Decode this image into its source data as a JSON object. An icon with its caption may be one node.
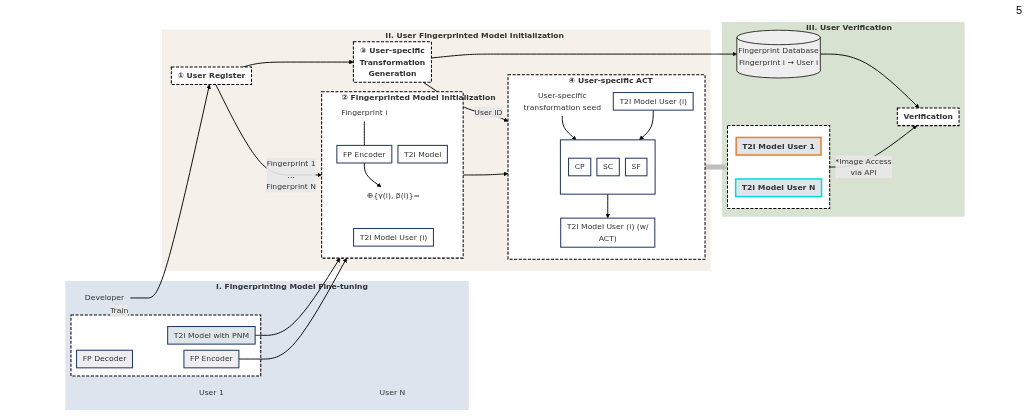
{
  "diagram": {
    "nodes": [
      {
        "text": [
          "I. Fingerprinting Model Fine-tuning"
        ]
      },
      {
        "text": [
          "Developer"
        ],
        "in": 0
      },
      {
        "text": [
          "User 1"
        ],
        "in": 0
      },
      {
        "text": [
          "User N"
        ],
        "in": 0
      },
      {
        "text": [],
        "shape": "box",
        "in": 0
      },
      {
        "text": [
          "T2I Model with PNM"
        ],
        "in": 4
      },
      {
        "text": [
          "FP Decoder"
        ],
        "in": 4
      },
      {
        "text": [
          "FP Encoder"
        ],
        "in": 4
      },
      {
        "text": [
          "II. User Fingerprinted Model Initialization"
        ]
      },
      {
        "text": [
          "① User Register"
        ],
        "in": 8
      },
      {
        "text": [
          "③ User-specific Transformation Generation"
        ],
        "in": 8
      },
      {
        "text": [
          "② Fingerprinted Model Initialization"
        ],
        "in": 8
      },
      {
        "text": [
          "Fingerprint i"
        ],
        "in": 11
      },
      {
        "text": [
          "FP Encoder"
        ],
        "in": 11
      },
      {
        "text": [
          "T2I Model"
        ],
        "in": 11
      },
      {
        "text": [
          "⊕{γ(i), β(i)}="
        ],
        "in": 11
      },
      {
        "text": [
          "T2I Model User (i)"
        ],
        "in": 11
      },
      {
        "text": [
          "④ User-specific ACT"
        ],
        "in": 8
      },
      {
        "text": [
          "User-specific transformation seed"
        ],
        "in": 17
      },
      {
        "text": [
          "T2I Model User (i)"
        ],
        "in": 17
      },
      {
        "text": [],
        "shape": "box",
        "in": 17
      },
      {
        "text": [
          "CP"
        ],
        "in": 20
      },
      {
        "text": [
          "SC"
        ],
        "in": 20
      },
      {
        "text": [
          "SF"
        ],
        "in": 20
      },
      {
        "text": [
          "T2I Model User (i) (w/ ACT)"
        ],
        "in": 17
      },
      {
        "text": [
          "III. User Verification"
        ]
      },
      {
        "text": [
          "Fingerprint Database",
          "Fingerprint i → User i"
        ],
        "in": 25
      },
      {
        "text": [
          "Verification"
        ],
        "in": 25
      },
      {
        "text": [],
        "shape": "box",
        "in": 25
      },
      {
        "text": [
          "T2I Model User 1"
        ],
        "in": 28
      },
      {
        "text": [
          "T2I Model User N"
        ],
        "in": 28
      }
    ],
    "edges": [
      {
        "from": 1,
        "to": 9,
        "arrow": "to"
      },
      {
        "from": 1,
        "to": 4,
        "arrow": "to",
        "label": "Train"
      },
      {
        "from": 9,
        "to": 10,
        "arrow": "to"
      },
      {
        "from": 9,
        "to": 11,
        "arrow": "to",
        "label": "Fingerprint 1 ... Fingerprint N"
      },
      {
        "from": 10,
        "to": 26,
        "arrow": "to"
      },
      {
        "from": 10,
        "to": 17,
        "arrow": "to",
        "label": "User ID"
      },
      {
        "from": 5,
        "to": 11,
        "arrow": "to"
      },
      {
        "from": 7,
        "to": 11,
        "arrow": "to"
      },
      {
        "from": 11,
        "to": 17,
        "arrow": "to"
      },
      {
        "from": 12,
        "to": 13,
        "arrow": "none"
      },
      {
        "from": 13,
        "to": 15,
        "arrow": "to"
      },
      {
        "from": 18,
        "to": 20,
        "arrow": "to"
      },
      {
        "from": 19,
        "to": 20,
        "arrow": "to"
      },
      {
        "from": 20,
        "to": 24,
        "arrow": "to"
      },
      {
        "from": 17,
        "to": 28,
        "arrow": "to",
        "style": "thick",
        "color": "#bfbfbf"
      },
      {
        "from": 26,
        "to": 27,
        "arrow": "to"
      },
      {
        "from": 28,
        "to": 27,
        "arrow": "to",
        "label": "*Image Access via API"
      }
    ],
    "labels": [
      "5"
    ]
  }
}
